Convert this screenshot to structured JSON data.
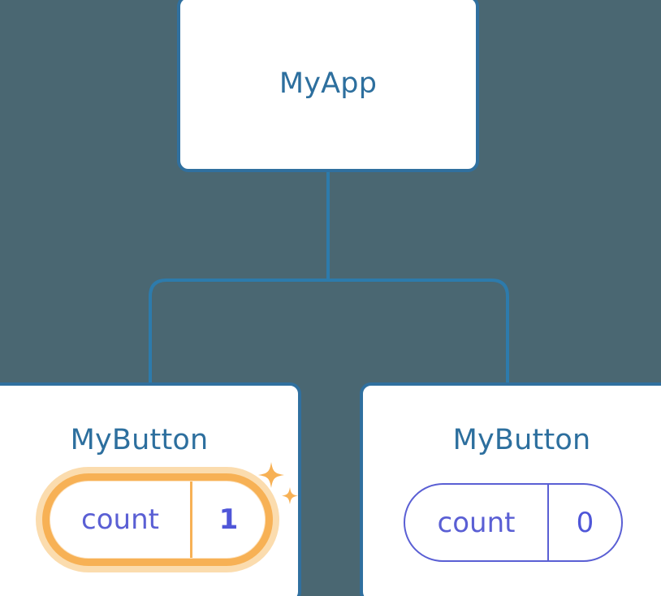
{
  "diagram": {
    "type": "component-tree",
    "background_color": "#4a6772",
    "connector_color": "#2d7bac",
    "title_color": "#2d6f9e",
    "card_border_color": "#30709f",
    "prop_color": "#5a5fd4",
    "highlight_color": "#f7b155",
    "highlight_glow_color": "#fbdcae"
  },
  "root": {
    "label": "MyApp"
  },
  "children": [
    {
      "label": "MyButton",
      "prop": {
        "name": "count",
        "value": "1"
      },
      "highlighted": true,
      "sparkle_count": 2
    },
    {
      "label": "MyButton",
      "prop": {
        "name": "count",
        "value": "0"
      },
      "highlighted": false,
      "sparkle_count": 0
    }
  ]
}
